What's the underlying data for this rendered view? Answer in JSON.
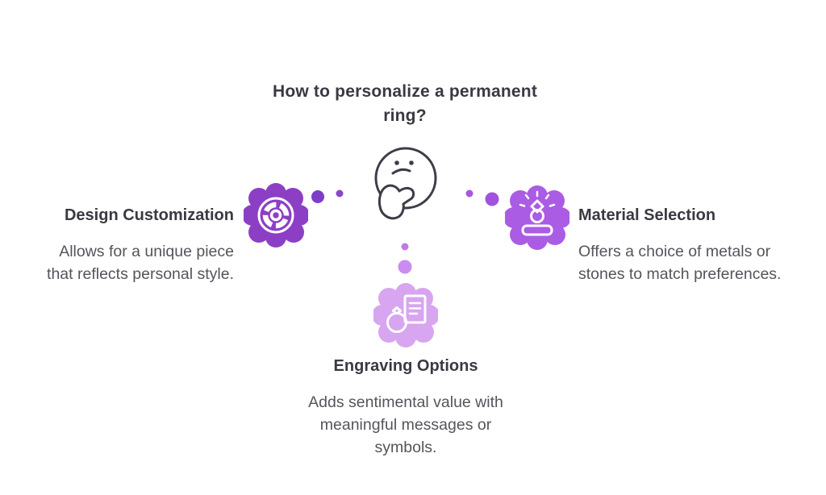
{
  "title": {
    "line1": "How to personalize a permanent",
    "line2": "ring?"
  },
  "center": {
    "icon": "thinking-face-icon"
  },
  "branches": {
    "left": {
      "icon": "design-wheel-icon",
      "heading": "Design Customization",
      "description_lines": [
        "Allows for a unique piece",
        "that reflects personal style."
      ],
      "blob_color": "#8c3fc5"
    },
    "right": {
      "icon": "ring-display-icon",
      "heading": "Material Selection",
      "description_lines": [
        "Offers a choice of metals or",
        "stones to match preferences."
      ],
      "blob_color": "#aa5ce4"
    },
    "bottom": {
      "icon": "ring-certificate-icon",
      "heading": "Engraving Options",
      "description_lines": [
        "Adds sentimental value with",
        "meaningful messages or",
        "symbols."
      ],
      "blob_color": "#d8a5f0"
    }
  },
  "colors": {
    "background": "#ffffff",
    "face_stroke": "#3f3c49",
    "heading_text": "#3a3942",
    "body_text": "#55545c",
    "icon_stroke": "#ffffff",
    "dot_left_large": "#7d3dc8",
    "dot_left_small": "#8a46d0",
    "dot_right_small": "#a757e0",
    "dot_right_large": "#a352dd",
    "dot_bottom_small": "#c07ae8",
    "dot_bottom_large": "#c98cf0"
  }
}
